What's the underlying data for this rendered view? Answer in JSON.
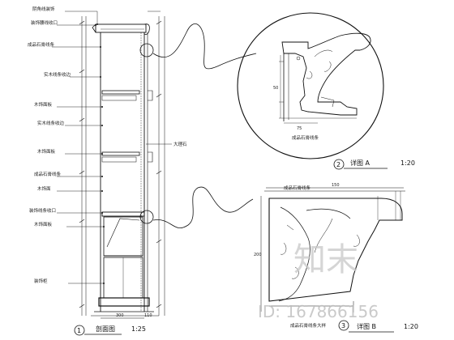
{
  "section": {
    "annotations": [
      "阴角线装饰",
      "装饰腰线收口",
      "成品石膏线条",
      "实木线条收边",
      "木饰面板",
      "实木线条收边",
      "木饰面板",
      "成品石膏线条",
      "木饰面",
      "装饰线条收口",
      "木饰面板",
      "装饰柜"
    ],
    "right_label": "大理石",
    "bottom_dim_1": "300",
    "bottom_dim_2": "110",
    "title_number": "1",
    "title": "剖面图",
    "scale": "1:25"
  },
  "detail_a": {
    "number": "2",
    "title": "详图 A",
    "scale": "1:20",
    "note": "成品石膏线条",
    "dim_w": "75",
    "dim_h": "50"
  },
  "detail_b": {
    "number": "3",
    "title": "详图 B",
    "scale": "1:20",
    "top_note": "成品石膏线条",
    "bottom_note": "成品石膏线条大样",
    "dim_top": "150",
    "dim_left": "200"
  },
  "watermark": {
    "brand": "知末",
    "id": "ID: 167866156"
  }
}
